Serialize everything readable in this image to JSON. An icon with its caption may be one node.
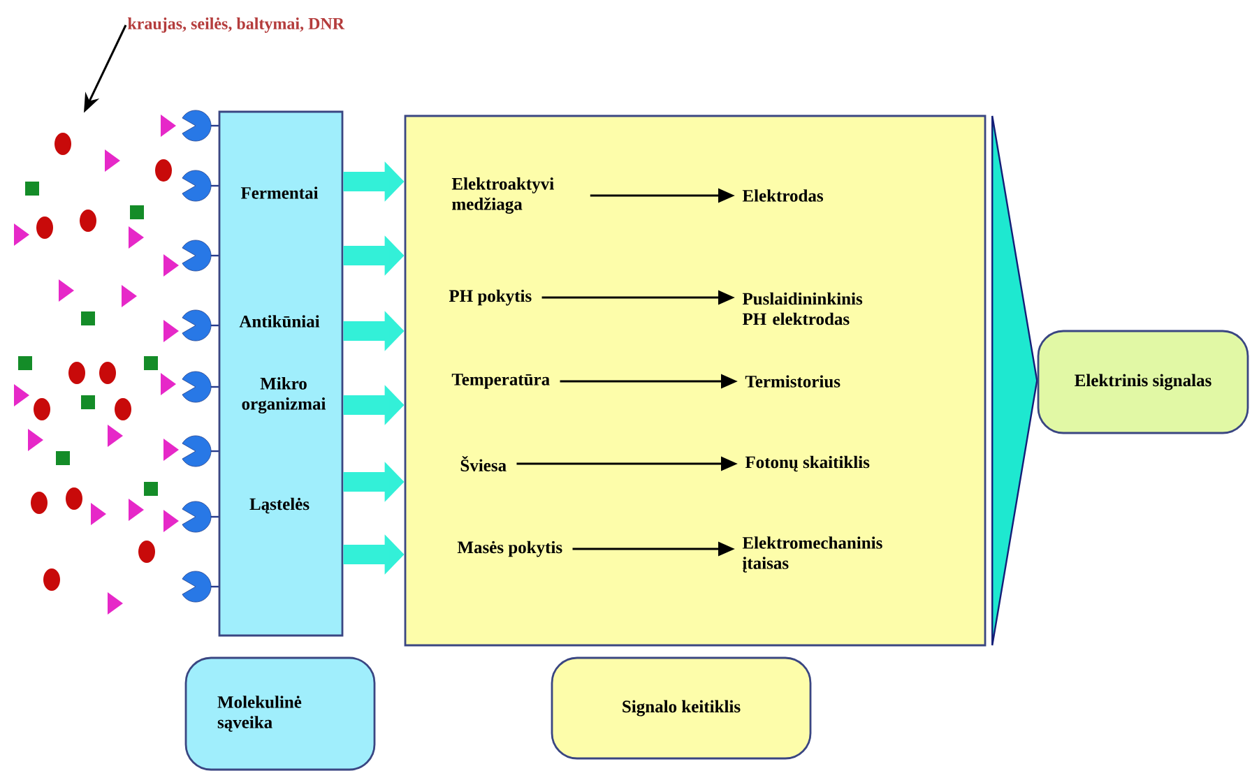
{
  "diagram": {
    "nodes": [
      {
        "text": [
          "Fermentai",
          "Antikūniai",
          "Mikro organizmai",
          "Ląstelės"
        ]
      },
      {
        "text": [],
        "shape": "box"
      },
      {
        "text": [
          "Elektroaktyvi medžiaga"
        ],
        "in": 1
      },
      {
        "text": [
          "Elektrodas"
        ],
        "in": 1
      },
      {
        "text": [
          "PH pokytis"
        ],
        "in": 1
      },
      {
        "text": [
          "Puslaidininkinis PH elektrodas"
        ],
        "in": 1
      },
      {
        "text": [
          "Temperatūra"
        ],
        "in": 1
      },
      {
        "text": [
          "Termistorius"
        ],
        "in": 1
      },
      {
        "text": [
          "Šviesa"
        ],
        "in": 1
      },
      {
        "text": [
          "Fotonų skaitiklis"
        ],
        "in": 1
      },
      {
        "text": [
          "Masės pokytis"
        ],
        "in": 1
      },
      {
        "text": [
          "Elektromechaninis įtaisas"
        ],
        "in": 1
      },
      {
        "text": [],
        "shape": "triangle"
      },
      {
        "text": [
          "Elektrinis signalas"
        ]
      },
      {
        "text": [
          "Molekulinė sąveika"
        ]
      },
      {
        "text": [
          "Signalo keitiklis"
        ]
      },
      {
        "text": [
          "kraujas, seilės, baltymai, DNR"
        ]
      },
      {
        "text": [],
        "shape": "picture"
      }
    ],
    "edges": [
      {
        "from": 0,
        "to": 1,
        "arrow": "to",
        "style": "thick",
        "color": "#33f0d8"
      },
      {
        "from": 0,
        "to": 1,
        "arrow": "to",
        "style": "thick",
        "color": "#33f0d8"
      },
      {
        "from": 0,
        "to": 1,
        "arrow": "to",
        "style": "thick",
        "color": "#33f0d8"
      },
      {
        "from": 0,
        "to": 1,
        "arrow": "to",
        "style": "thick",
        "color": "#33f0d8"
      },
      {
        "from": 0,
        "to": 1,
        "arrow": "to",
        "style": "thick",
        "color": "#33f0d8"
      },
      {
        "from": 0,
        "to": 1,
        "arrow": "to",
        "style": "thick",
        "color": "#33f0d8"
      },
      {
        "from": 2,
        "to": 3,
        "arrow": "to",
        "color": "#000000"
      },
      {
        "from": 4,
        "to": 5,
        "arrow": "to",
        "color": "#000000"
      },
      {
        "from": 6,
        "to": 7,
        "arrow": "to",
        "color": "#000000"
      },
      {
        "from": 8,
        "to": 9,
        "arrow": "to",
        "color": "#000000"
      },
      {
        "from": 10,
        "to": 11,
        "arrow": "to",
        "color": "#000000"
      },
      {
        "from": 16,
        "to": 17,
        "arrow": "to",
        "color": "#000000"
      }
    ]
  }
}
